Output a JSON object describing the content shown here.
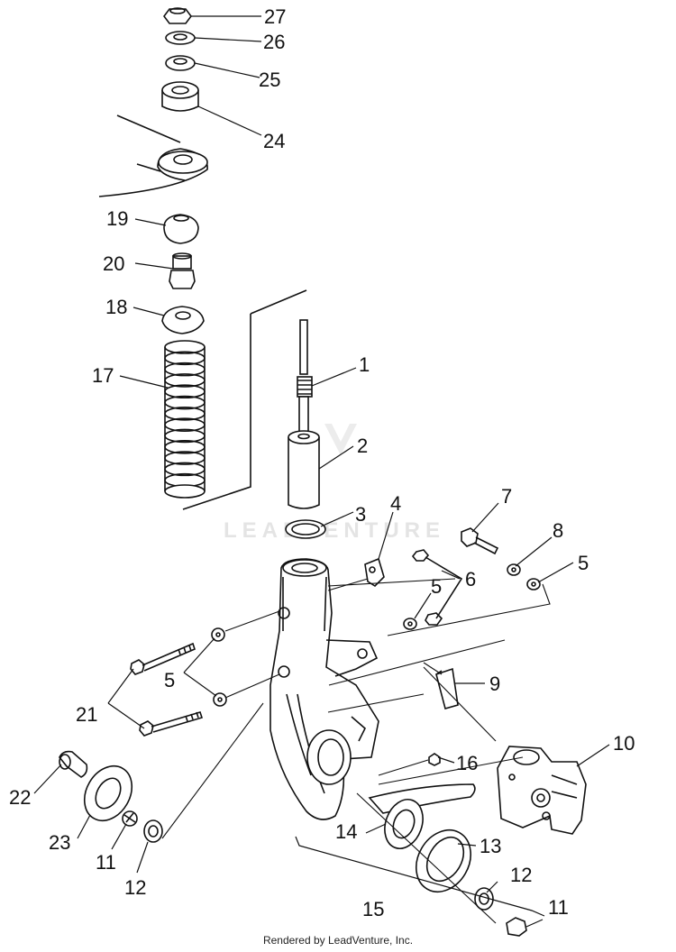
{
  "diagram": {
    "callouts": [
      "27",
      "26",
      "25",
      "24",
      "19",
      "20",
      "18",
      "17",
      "1",
      "2",
      "3",
      "4",
      "7",
      "8",
      "5",
      "6",
      "5",
      "5",
      "9",
      "21",
      "5",
      "10",
      "16",
      "22",
      "23",
      "11",
      "12",
      "14",
      "13",
      "12",
      "15",
      "11"
    ]
  },
  "watermark": {
    "text": "LEADVENTURE"
  },
  "footer": {
    "text": "Rendered by LeadVenture, Inc."
  },
  "colors": {
    "line": "#111111",
    "background": "#ffffff",
    "watermark": "#e4e4e4"
  }
}
